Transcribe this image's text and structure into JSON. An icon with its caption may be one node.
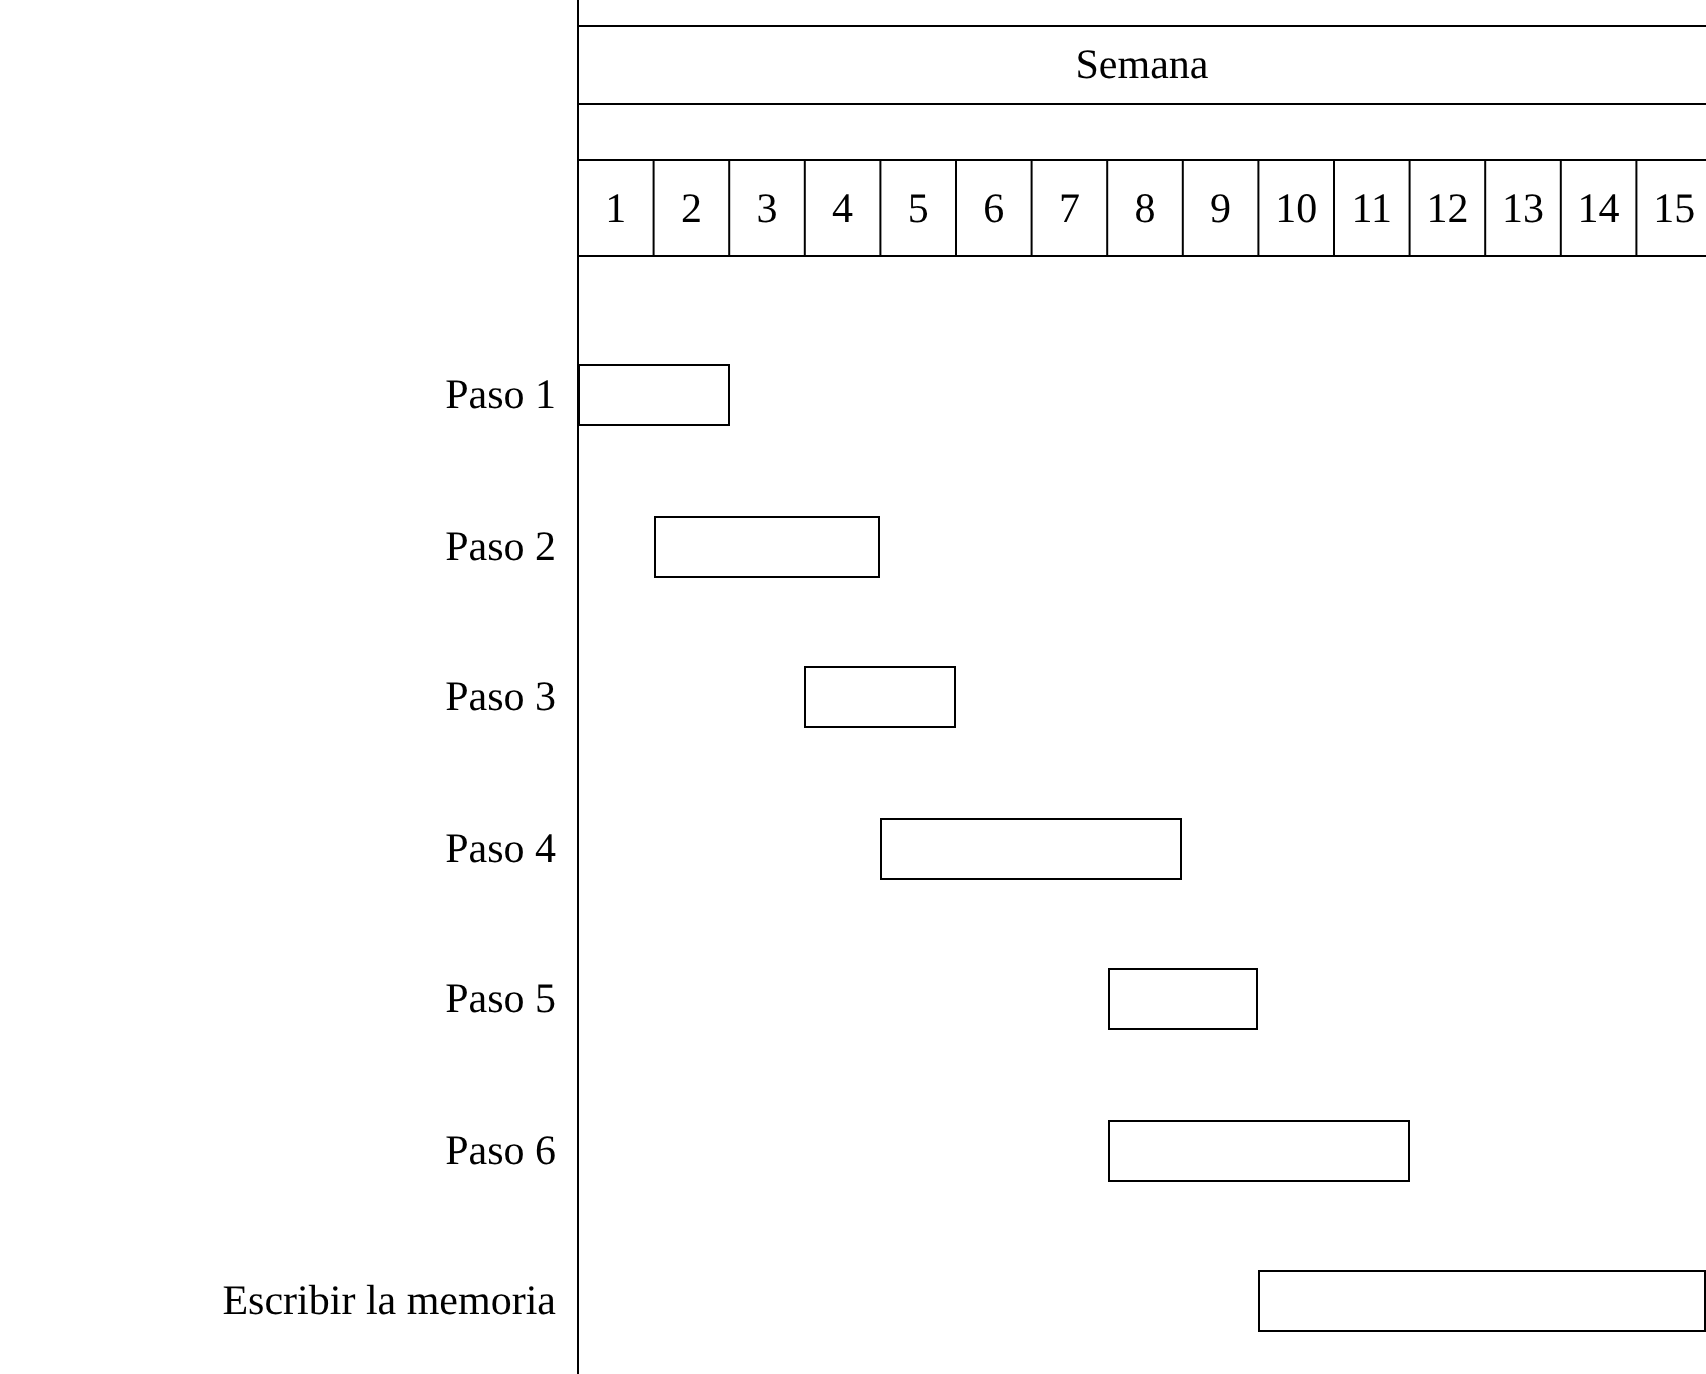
{
  "diagram": {
    "nodes": [
      {
        "text": [],
        "shape": "bar"
      },
      {
        "text": [],
        "shape": "bar"
      },
      {
        "text": [],
        "shape": "bar"
      },
      {
        "text": [],
        "shape": "bar"
      },
      {
        "text": [],
        "shape": "bar"
      },
      {
        "text": [],
        "shape": "bar"
      },
      {
        "text": [],
        "shape": "bar"
      }
    ],
    "labels": [
      "Semana",
      "1",
      "2",
      "3",
      "4",
      "5",
      "6",
      "7",
      "8",
      "9",
      "10",
      "11",
      "12",
      "13",
      "14",
      "15",
      "Paso 1",
      "Paso 2",
      "Paso 3",
      "Paso 4",
      "Paso 5",
      "Paso 6",
      "Escribir la memoria"
    ]
  }
}
